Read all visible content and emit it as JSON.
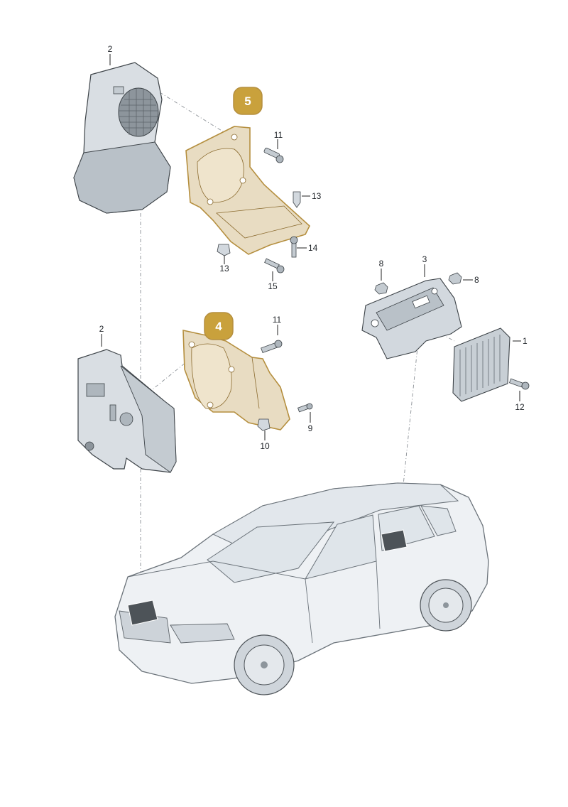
{
  "callouts": {
    "c2_top": "2",
    "c2_bottom": "2",
    "c3": "3",
    "c1": "1",
    "c8_left": "8",
    "c8_right": "8",
    "c9": "9",
    "c10": "10",
    "c11_top": "11",
    "c11_bottom": "11",
    "c12": "12",
    "c13_right": "13",
    "c13_left": "13",
    "c14": "14",
    "c15": "15"
  },
  "badges": {
    "upper_bracket": "5",
    "lower_bracket": "4"
  },
  "colors": {
    "highlight_fill": "#e8dcc2",
    "highlight_stroke": "#b58f3f",
    "badge_fill": "#c9a13c",
    "part_fill": "#d7dde3",
    "part_dark": "#aeb6bd",
    "car_fill": "#eef1f4",
    "car_line": "#6b737a",
    "location_mark": "#4d5358"
  }
}
